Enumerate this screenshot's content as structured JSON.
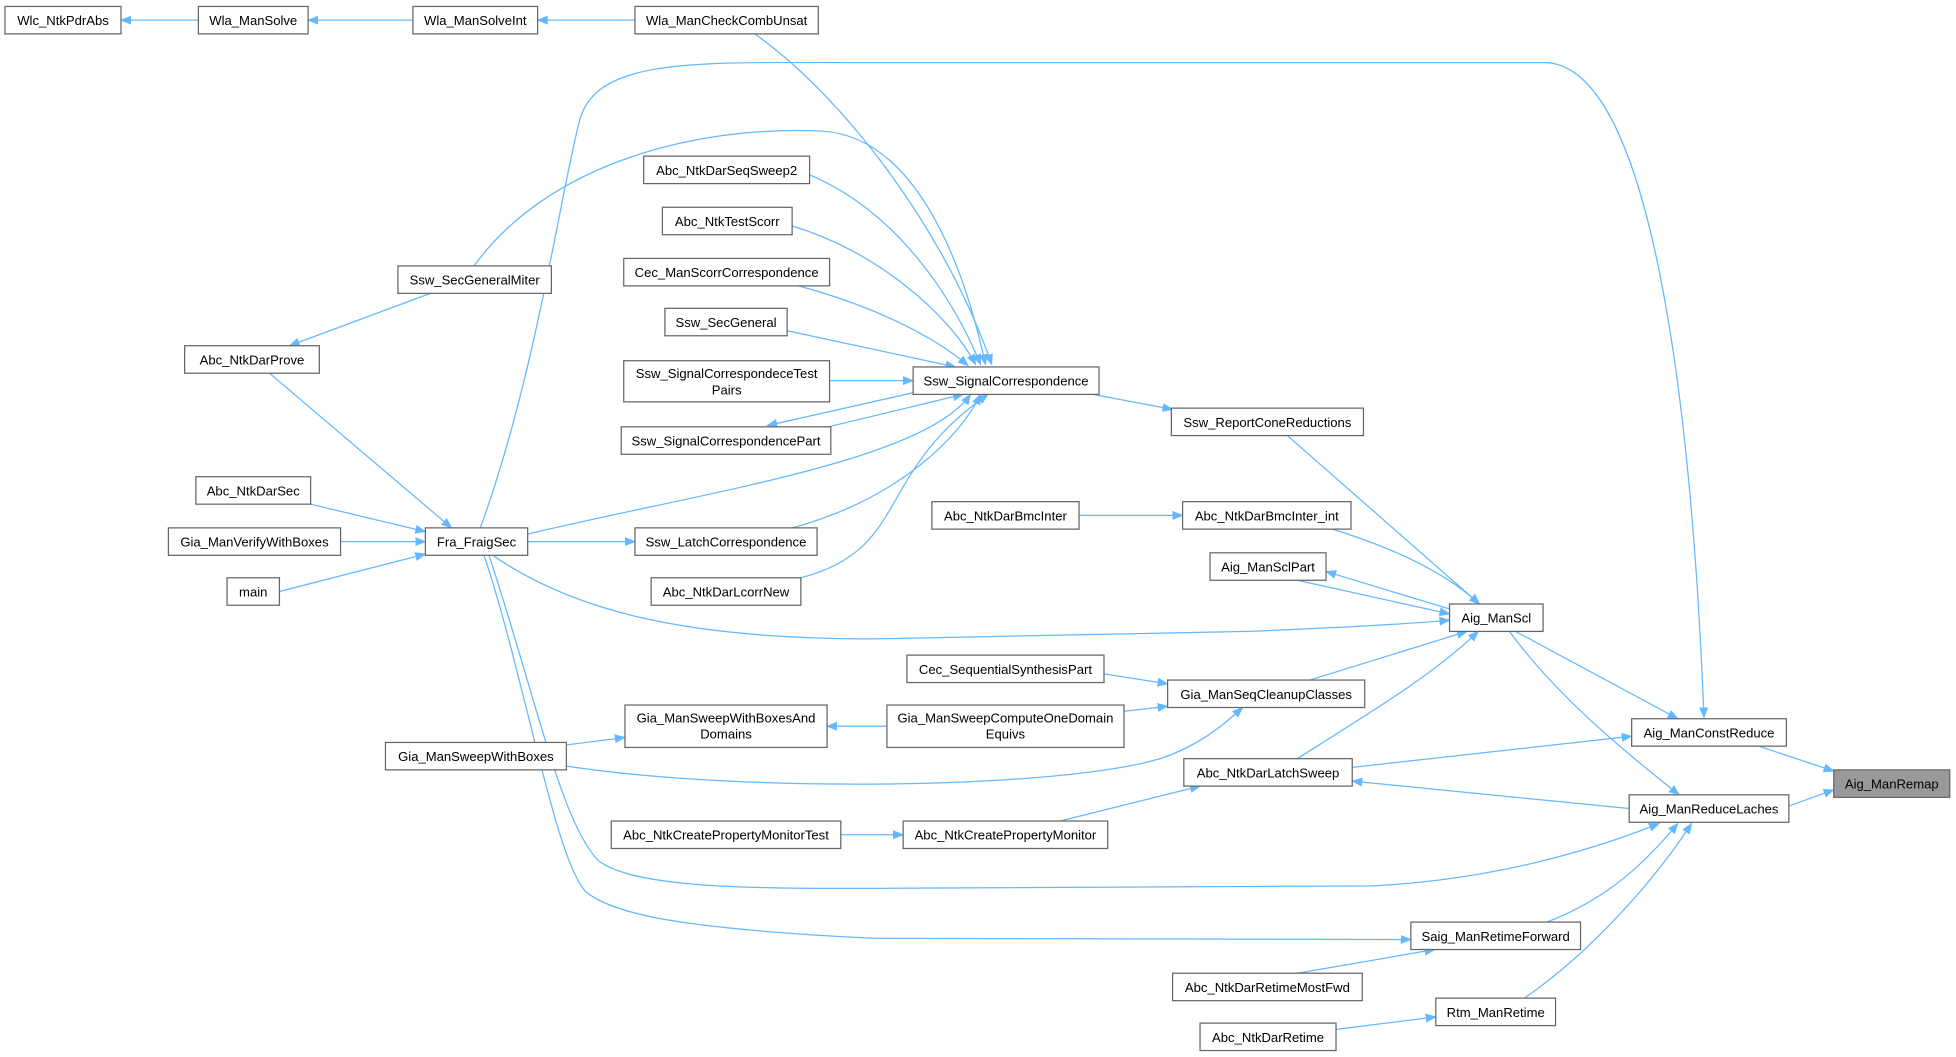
{
  "graph": {
    "root": "Aig_ManRemap",
    "edge_color": "#63b8ff",
    "root_fill": "#999999",
    "nodes": {
      "wlc_ntkpdrabs": "Wlc_NtkPdrAbs",
      "wla_mansolve": "Wla_ManSolve",
      "wla_mansolveint": "Wla_ManSolveInt",
      "wla_mancheckcombunsat": "Wla_ManCheckCombUnsat",
      "abc_ntkdarseqsweep2": "Abc_NtkDarSeqSweep2",
      "abc_ntktestscorr": "Abc_NtkTestScorr",
      "cec_manscorrcorrespondence": "Cec_ManScorrCorrespondence",
      "ssw_secgeneralmiter": "Ssw_SecGeneralMiter",
      "ssw_secgeneral": "Ssw_SecGeneral",
      "abc_ntkdarprove": "Abc_NtkDarProve",
      "ssw_signalcorrespondecetestpairs": [
        "Ssw_SignalCorrespondeceTest",
        "Pairs"
      ],
      "ssw_signalcorrespondence": "Ssw_SignalCorrespondence",
      "ssw_signalcorrespondencepart": "Ssw_SignalCorrespondencePart",
      "ssw_reportconereductions": "Ssw_ReportConeReductions",
      "abc_ntkdarsec": "Abc_NtkDarSec",
      "abc_ntkdarbmcinter": "Abc_NtkDarBmcInter",
      "abc_ntkdarbmcinter_int": "Abc_NtkDarBmcInter_int",
      "gia_manverifywithboxes": "Gia_ManVerifyWithBoxes",
      "fra_fraigsec": "Fra_FraigSec",
      "ssw_latchcorrespondence": "Ssw_LatchCorrespondence",
      "aig_mansclpart": "Aig_ManSclPart",
      "main": "main",
      "abc_ntkdarlcorrnew": "Abc_NtkDarLcorrNew",
      "aig_manscl": "Aig_ManScl",
      "cec_sequentialsynthesispart": "Cec_SequentialSynthesisPart",
      "gia_manseqcleanupclasses": "Gia_ManSeqCleanupClasses",
      "gia_mansweepwithboxesanddomains": [
        "Gia_ManSweepWithBoxesAnd",
        "Domains"
      ],
      "gia_mansweepcomputeonedomainequivs": [
        "Gia_ManSweepComputeOneDomain",
        "Equivs"
      ],
      "gia_mansweepwithboxes": "Gia_ManSweepWithBoxes",
      "aig_manconstreduce": "Aig_ManConstReduce",
      "aig_manremap": "Aig_ManRemap",
      "abc_ntkdarlatchsweep": "Abc_NtkDarLatchSweep",
      "aig_manreducelaches": "Aig_ManReduceLaches",
      "abc_ntkcreatepropertymonitortest": "Abc_NtkCreatePropertyMonitorTest",
      "abc_ntkcreatepropertymonitor": "Abc_NtkCreatePropertyMonitor",
      "saig_manretimeforward": "Saig_ManRetimeForward",
      "abc_ntkdarretimemostfwd": "Abc_NtkDarRetimeMostFwd",
      "rtm_manretime": "Rtm_ManRetime",
      "abc_ntkdarretime": "Abc_NtkDarRetime"
    }
  }
}
